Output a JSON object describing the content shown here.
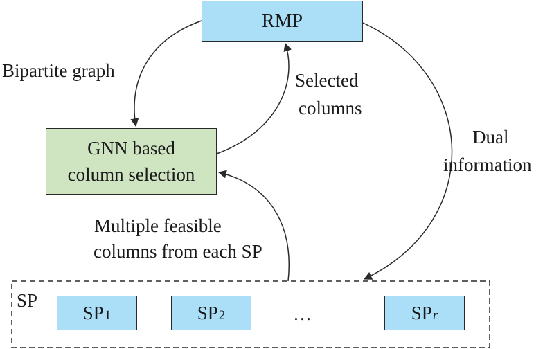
{
  "colors": {
    "blue_box": "#aadff7",
    "green_box": "#cfe5c2",
    "line": "#2a2a2a"
  },
  "nodes": {
    "rmp": "RMP",
    "gnn_line1": "GNN based",
    "gnn_line2": "column selection",
    "sp_group_label": "SP",
    "sp1_base": "SP",
    "sp1_sub": "1",
    "sp2_base": "SP",
    "sp2_sub": "2",
    "ellipsis": "…",
    "spr_base": "SP",
    "spr_sub": "r"
  },
  "edges": {
    "bipartite": "Bipartite graph",
    "selected_line1": "Selected",
    "selected_line2": "columns",
    "dual_line1": "Dual",
    "dual_line2": "information",
    "multiple_line1": "Multiple feasible",
    "multiple_line2": "columns from each SP"
  }
}
